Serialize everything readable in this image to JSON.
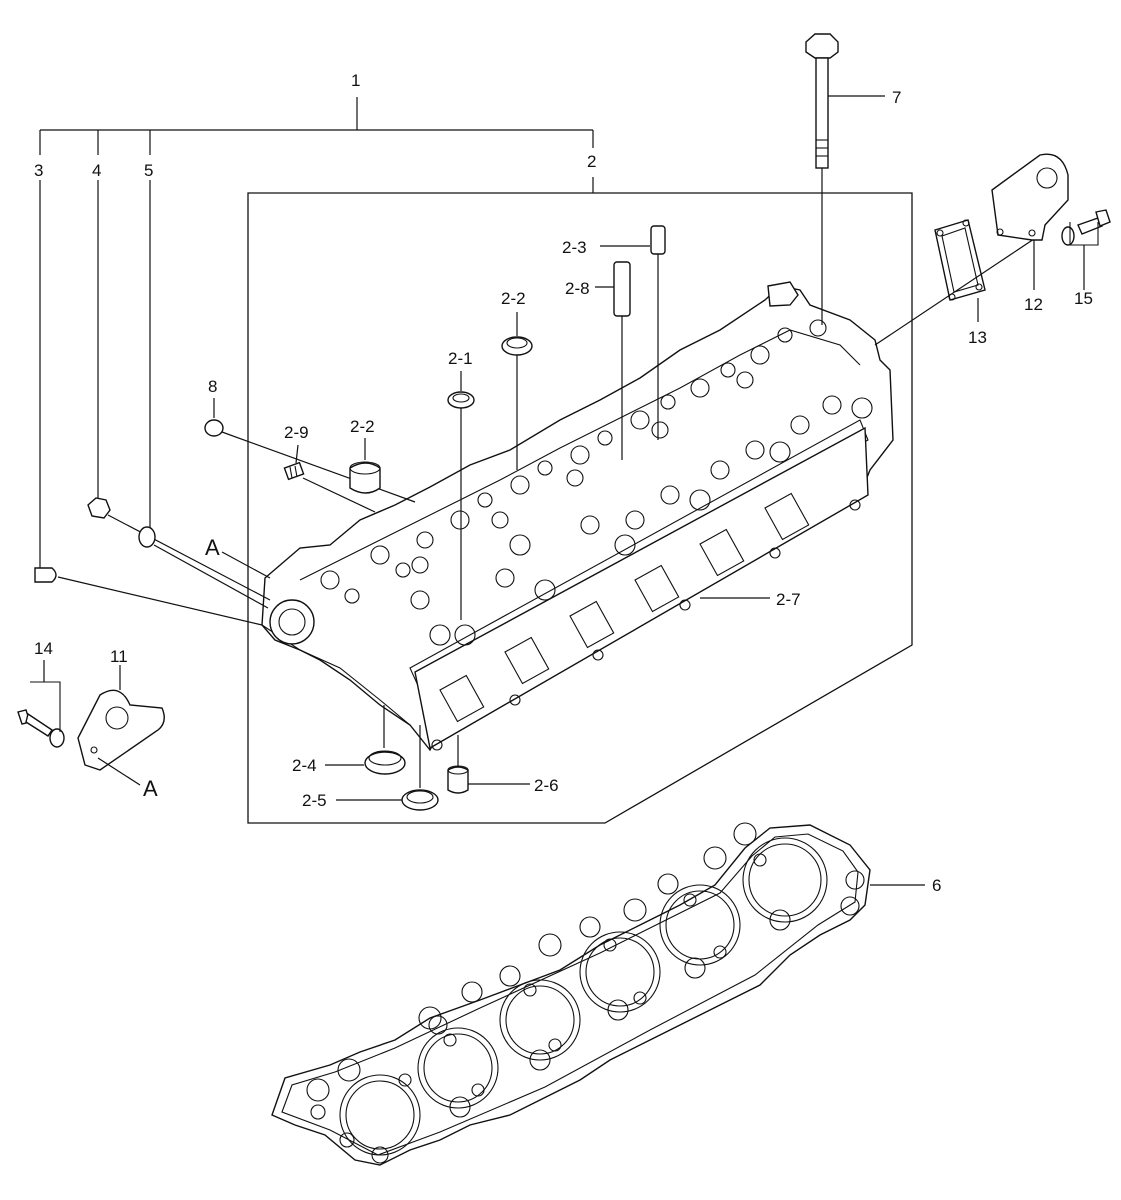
{
  "labels": {
    "l1": "1",
    "l2": "2",
    "l3": "3",
    "l4": "4",
    "l5": "5",
    "l6": "6",
    "l7": "7",
    "l8": "8",
    "l11": "11",
    "l12": "12",
    "l13": "13",
    "l14": "14",
    "l15": "15",
    "l2_1": "2-1",
    "l2_2a": "2-2",
    "l2_2b": "2-2",
    "l2_3": "2-3",
    "l2_4": "2-4",
    "l2_5": "2-5",
    "l2_6": "2-6",
    "l2_7": "2-7",
    "l2_8": "2-8",
    "l2_9": "2-9",
    "refA_top": "A",
    "refA_bottom": "A"
  }
}
